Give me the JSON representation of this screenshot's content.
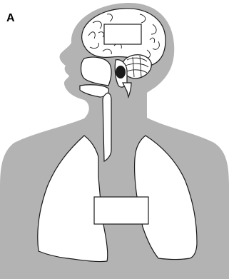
{
  "figure": {
    "panel_label": "A",
    "body_silhouette_color": "#b3b3b3",
    "organ_fill_color": "#ffffff",
    "outline_color": "#1a1a1a",
    "structures": [
      "head-and-torso-silhouette",
      "brain",
      "cerebellum",
      "brainstem",
      "spinal-cord",
      "nasal-cavity",
      "oral-cavity",
      "trachea",
      "left-lung",
      "right-lung"
    ],
    "blank_label_boxes": [
      "brain-label-box",
      "lungs-label-box"
    ]
  }
}
